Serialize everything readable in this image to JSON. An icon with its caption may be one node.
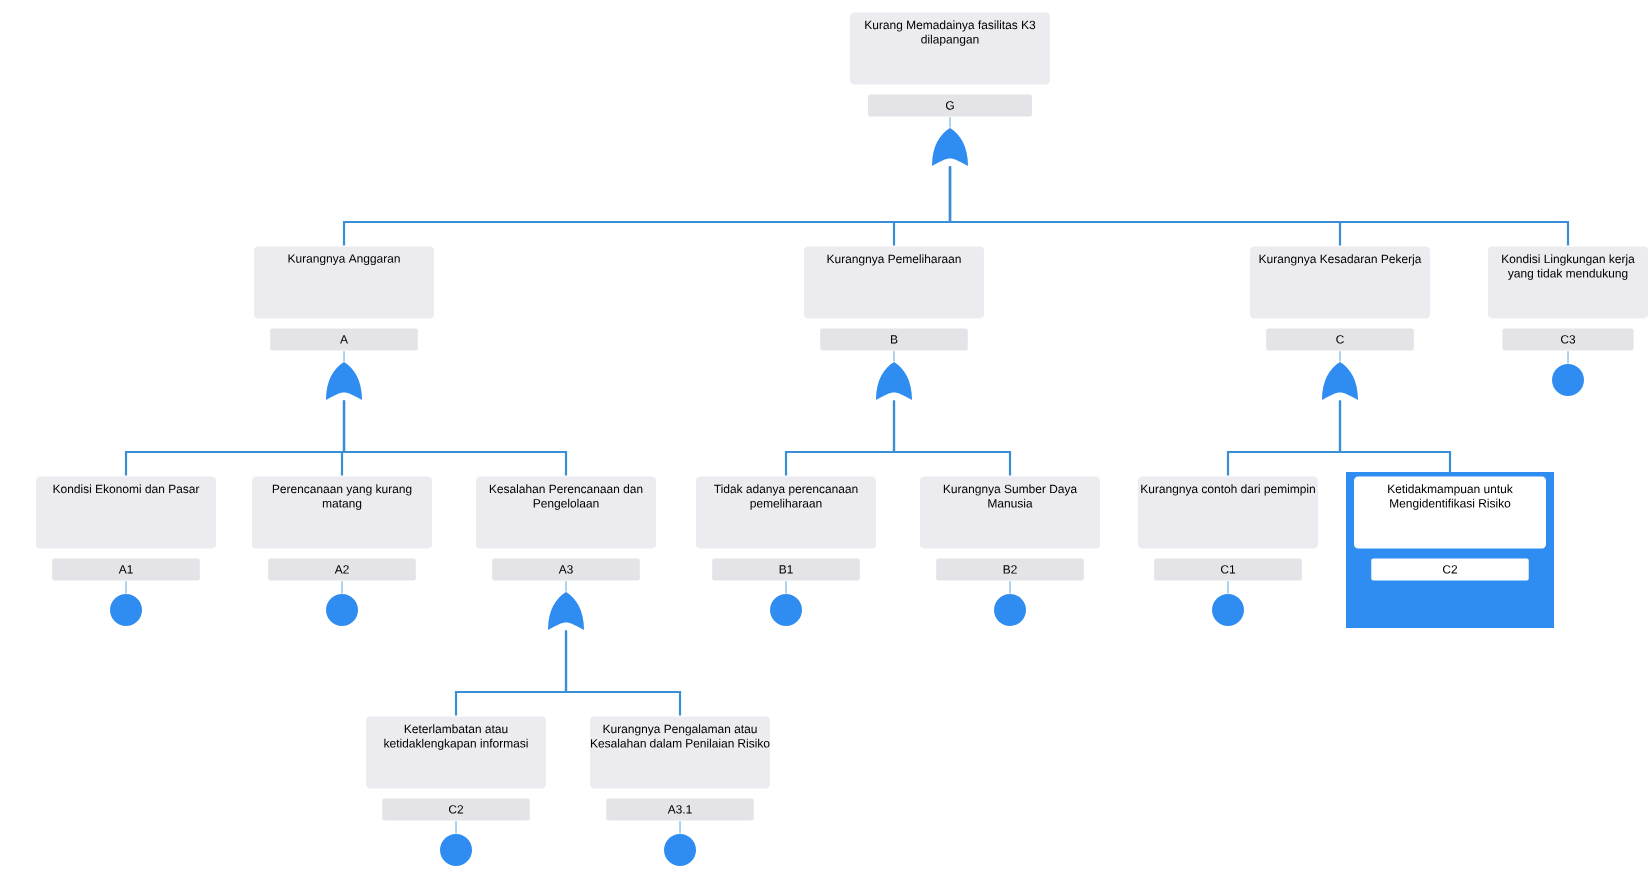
{
  "diagram": {
    "nodes": [
      {
        "text": [
          "Kurang Memadainya fasilitas K3 dilapangan",
          "G"
        ]
      },
      {
        "text": [
          "Kurangnya Anggaran",
          "A"
        ]
      },
      {
        "text": [
          "Kurangnya Pemeliharaan",
          "B"
        ]
      },
      {
        "text": [
          "Kurangnya Kesadaran Pekerja",
          "C"
        ]
      },
      {
        "text": [
          "Kondisi Lingkungan kerja yang tidak mendukung",
          "C3"
        ]
      },
      {
        "text": [
          "Kondisi Ekonomi dan Pasar",
          "A1"
        ]
      },
      {
        "text": [
          "Perencanaan yang kurang matang",
          "A2"
        ]
      },
      {
        "text": [
          "Kesalahan Perencanaan dan Pengelolaan",
          "A3"
        ]
      },
      {
        "text": [
          "Tidak adanya perencanaan pemeliharaan",
          "B1"
        ]
      },
      {
        "text": [
          "Kurangnya Sumber Daya Manusia",
          "B2"
        ]
      },
      {
        "text": [
          "Kurangnya contoh dari pemimpin",
          "C1"
        ]
      },
      {
        "text": [
          "Ketidakmampuan untuk Mengidentifikasi Risiko",
          "C2"
        ]
      },
      {
        "text": [
          "Keterlambatan atau ketidaklengkapan informasi",
          "C2"
        ]
      },
      {
        "text": [
          "Kurangnya Pengalaman atau Kesalahan dalam Penilaian Risiko",
          "A3.1"
        ]
      },
      {
        "text": [],
        "shape": "gate"
      },
      {
        "text": [],
        "shape": "gate"
      },
      {
        "text": [],
        "shape": "gate"
      },
      {
        "text": [],
        "shape": "gate"
      },
      {
        "text": [],
        "shape": "circle"
      },
      {
        "text": [],
        "shape": "circle"
      },
      {
        "text": [],
        "shape": "circle"
      },
      {
        "text": [],
        "shape": "gate"
      },
      {
        "text": [],
        "shape": "circle"
      },
      {
        "text": [],
        "shape": "circle"
      },
      {
        "text": [],
        "shape": "circle"
      },
      {
        "text": [],
        "shape": "circle"
      },
      {
        "text": [],
        "shape": "circle"
      }
    ],
    "edges": [
      {
        "from": 0,
        "to": 14,
        "arrow": "none"
      },
      {
        "from": 1,
        "to": 15,
        "arrow": "none"
      },
      {
        "from": 2,
        "to": 16,
        "arrow": "none"
      },
      {
        "from": 3,
        "to": 17,
        "arrow": "none"
      },
      {
        "from": 4,
        "to": 18,
        "arrow": "none"
      },
      {
        "from": 5,
        "to": 19,
        "arrow": "none"
      },
      {
        "from": 6,
        "to": 20,
        "arrow": "none"
      },
      {
        "from": 7,
        "to": 21,
        "arrow": "none"
      },
      {
        "from": 8,
        "to": 22,
        "arrow": "none"
      },
      {
        "from": 9,
        "to": 23,
        "arrow": "none"
      },
      {
        "from": 10,
        "to": 24,
        "arrow": "none"
      },
      {
        "from": 12,
        "to": 25,
        "arrow": "none"
      },
      {
        "from": 13,
        "to": 26,
        "arrow": "none"
      },
      {
        "from": 14,
        "to": 1,
        "arrow": "none"
      },
      {
        "from": 14,
        "to": 2,
        "arrow": "none"
      },
      {
        "from": 14,
        "to": 3,
        "arrow": "none"
      },
      {
        "from": 14,
        "to": 4,
        "arrow": "none"
      },
      {
        "from": 15,
        "to": 5,
        "arrow": "none"
      },
      {
        "from": 15,
        "to": 6,
        "arrow": "none"
      },
      {
        "from": 15,
        "to": 7,
        "arrow": "none"
      },
      {
        "from": 16,
        "to": 8,
        "arrow": "none"
      },
      {
        "from": 16,
        "to": 9,
        "arrow": "none"
      },
      {
        "from": 17,
        "to": 10,
        "arrow": "none"
      },
      {
        "from": 17,
        "to": 11,
        "arrow": "none"
      },
      {
        "from": 21,
        "to": 12,
        "arrow": "none"
      },
      {
        "from": 21,
        "to": 13,
        "arrow": "none"
      }
    ]
  }
}
